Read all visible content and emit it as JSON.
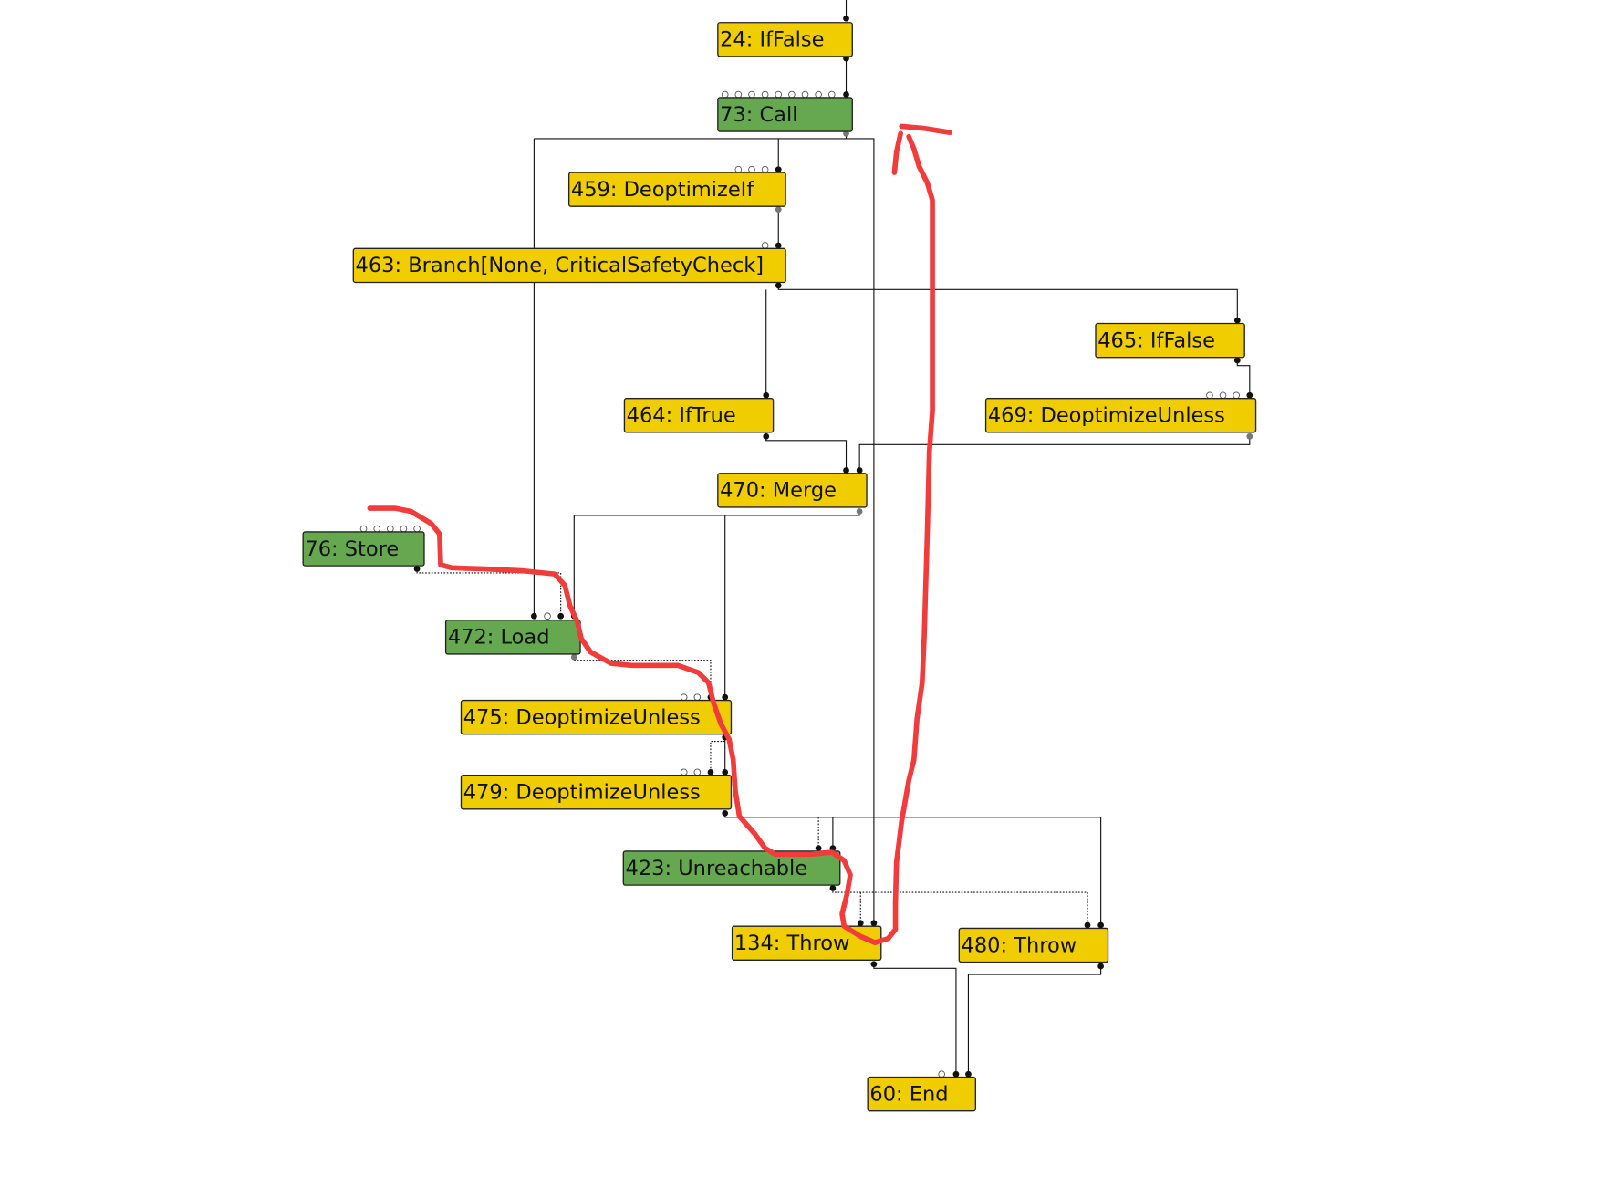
{
  "graph": {
    "nodes": {
      "n24": {
        "label": "24: IfFalse",
        "color": "#efcd00"
      },
      "n73": {
        "label": "73: Call",
        "color": "#66a84f"
      },
      "n459": {
        "label": "459: DeoptimizeIf",
        "color": "#efcd00"
      },
      "n463": {
        "label": "463: Branch[None, CriticalSafetyCheck]",
        "color": "#efcd00"
      },
      "n465": {
        "label": "465: IfFalse",
        "color": "#efcd00"
      },
      "n464": {
        "label": "464: IfTrue",
        "color": "#efcd00"
      },
      "n469": {
        "label": "469: DeoptimizeUnless",
        "color": "#efcd00"
      },
      "n470": {
        "label": "470: Merge",
        "color": "#efcd00"
      },
      "n76": {
        "label": "76: Store",
        "color": "#66a84f"
      },
      "n472": {
        "label": "472: Load",
        "color": "#66a84f"
      },
      "n475": {
        "label": "475: DeoptimizeUnless",
        "color": "#efcd00"
      },
      "n479": {
        "label": "479: DeoptimizeUnless",
        "color": "#efcd00"
      },
      "n423": {
        "label": "423: Unreachable",
        "color": "#66a84f"
      },
      "n134": {
        "label": "134: Throw",
        "color": "#efcd00"
      },
      "n480": {
        "label": "480: Throw",
        "color": "#efcd00"
      },
      "n60": {
        "label": "60: End",
        "color": "#efcd00"
      }
    },
    "annotation_color": "#f23b3b"
  }
}
